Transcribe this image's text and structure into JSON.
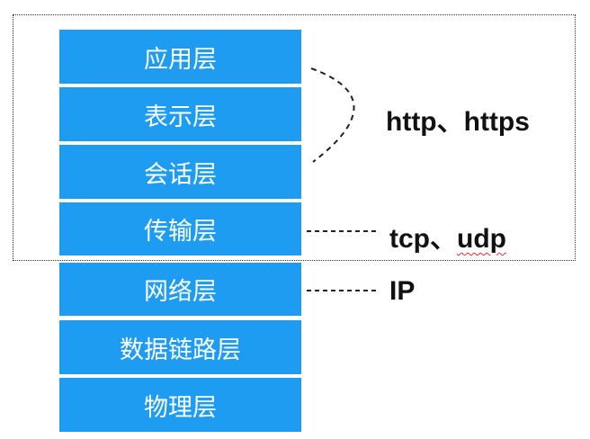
{
  "colors": {
    "layer_fill": "#1e9cf2",
    "layer_text": "#ffffff",
    "label_text": "#111111"
  },
  "layers": [
    {
      "label": "应用层"
    },
    {
      "label": "表示层"
    },
    {
      "label": "会话层"
    },
    {
      "label": "传输层"
    },
    {
      "label": "网络层"
    },
    {
      "label": "数据链路层"
    },
    {
      "label": "物理层"
    }
  ],
  "protocols": {
    "application": "http、https",
    "transport_a": "tcp、",
    "transport_b": "udp",
    "network": "IP"
  }
}
